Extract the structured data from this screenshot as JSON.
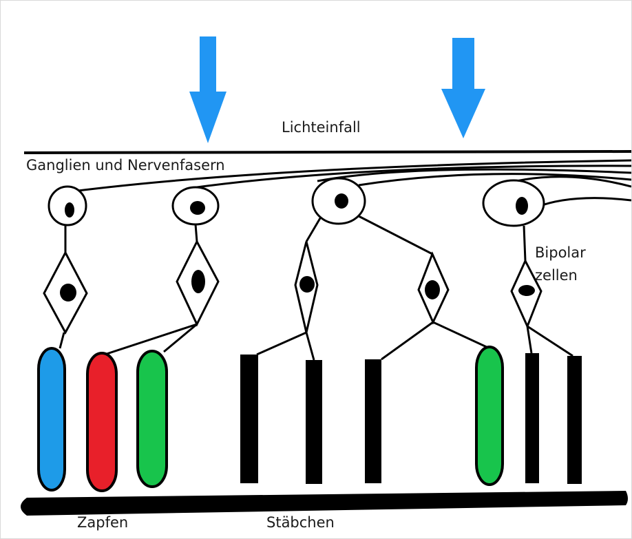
{
  "labels": {
    "light": "Lichteinfall",
    "ganglion_layer": "Ganglien und Nervenfasern",
    "bipolar_line1": "Bipolar",
    "bipolar_line2": "zellen",
    "cones": "Zapfen",
    "rods": "Stäbchen"
  },
  "colors": {
    "arrow": "#2196f3",
    "cone_blue": "#1e9be8",
    "cone_red": "#e8202a",
    "cone_green": "#18c44c",
    "stroke": "#000000"
  }
}
